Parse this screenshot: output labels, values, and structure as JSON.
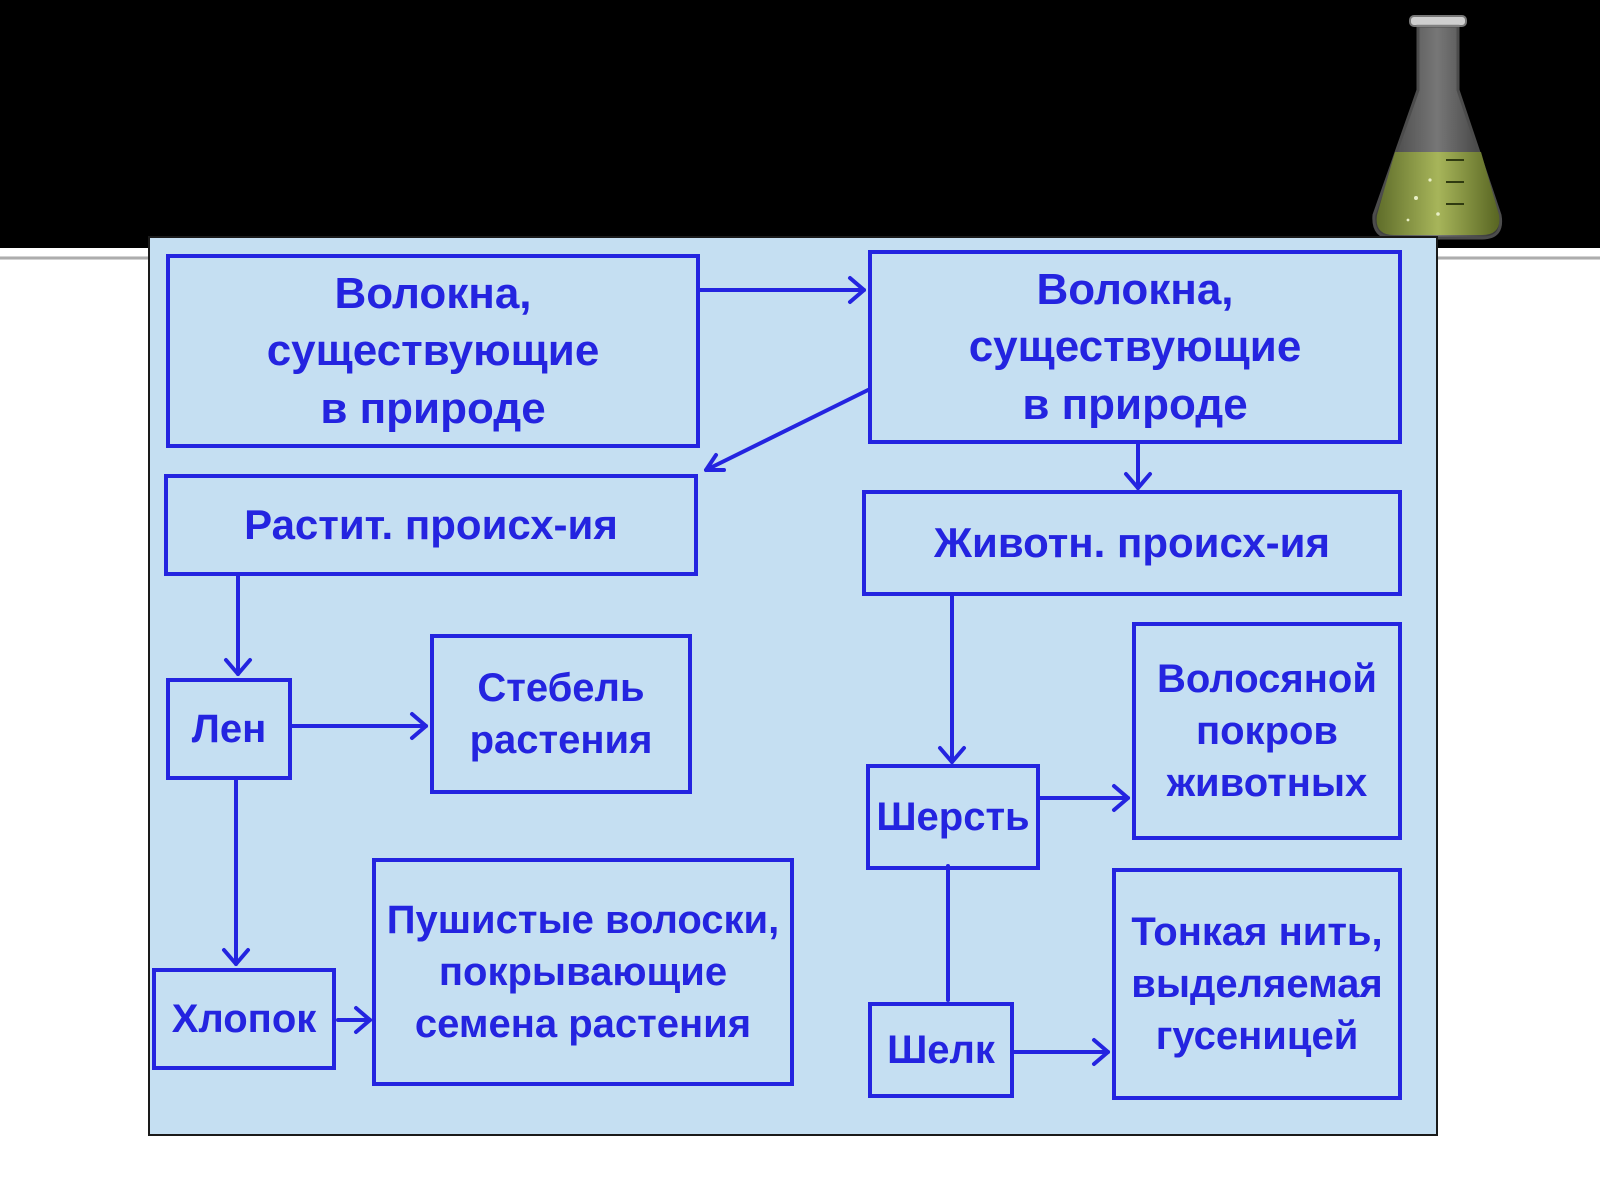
{
  "diagram": {
    "nodes": {
      "natural_left": "Волокна, существующие\nв природе",
      "natural_right": "Волокна, существующие\nв природе",
      "plant_origin": "Растит. происх-ия",
      "animal_origin": "Животн. происх-ия",
      "flax": "Лен",
      "flax_source": "Стебель\nрастения",
      "cotton": "Хлопок",
      "cotton_source": "Пушистые волоски,\nпокрывающие\nсемена растения",
      "wool": "Шерсть",
      "wool_source": "Волосяной\nпокров\nживотных",
      "silk": "Шелк",
      "silk_source": "Тонкая нить,\nвыделяемая\nгусеницей"
    },
    "edges": [
      {
        "from": "natural_left",
        "to": "natural_right"
      },
      {
        "from": "natural_right",
        "to": "plant_origin"
      },
      {
        "from": "natural_right",
        "to": "animal_origin"
      },
      {
        "from": "plant_origin",
        "to": "flax"
      },
      {
        "from": "flax",
        "to": "flax_source"
      },
      {
        "from": "flax",
        "to": "cotton"
      },
      {
        "from": "cotton",
        "to": "cotton_source"
      },
      {
        "from": "animal_origin",
        "to": "wool"
      },
      {
        "from": "wool",
        "to": "wool_source"
      },
      {
        "from": "wool",
        "to": "silk"
      },
      {
        "from": "silk",
        "to": "silk_source"
      }
    ],
    "colors": {
      "stroke": "#2424e0",
      "panel": "#c5dff2",
      "header": "#000000"
    }
  },
  "decor": {
    "flask": "erlenmeyer-flask-icon"
  }
}
